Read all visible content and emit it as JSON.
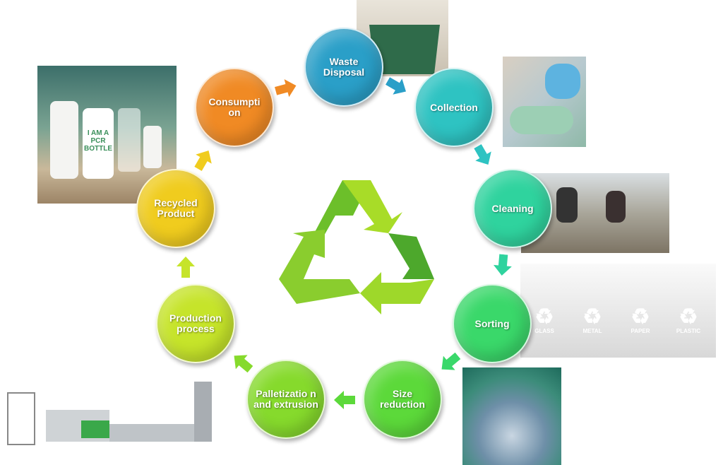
{
  "steps": [
    {
      "label": "Waste Disposal",
      "color": "#2a9fc8"
    },
    {
      "label": "Collection",
      "color": "#2ec3c2"
    },
    {
      "label": "Cleaning",
      "color": "#2fd39e"
    },
    {
      "label": "Sorting",
      "color": "#3ad86a"
    },
    {
      "label": "Size reduction",
      "color": "#5cd93a"
    },
    {
      "label": "Palletizatio n and extrusion",
      "color": "#86da2c"
    },
    {
      "label": "Production process",
      "color": "#c6e42a"
    },
    {
      "label": "Recycled Product",
      "color": "#f0cc1e"
    },
    {
      "label": "Consumpti on",
      "color": "#f08a24"
    }
  ],
  "bins": [
    {
      "label": "GLASS",
      "color": "#3a9a2e"
    },
    {
      "label": "METAL",
      "color": "#e2b411"
    },
    {
      "label": "PAPER",
      "color": "#1f88d6"
    },
    {
      "label": "PLASTIC",
      "color": "#f07a24"
    }
  ],
  "center_icon": "recycle-icon",
  "bottle_label": "I AM A PCR BOTTLE"
}
